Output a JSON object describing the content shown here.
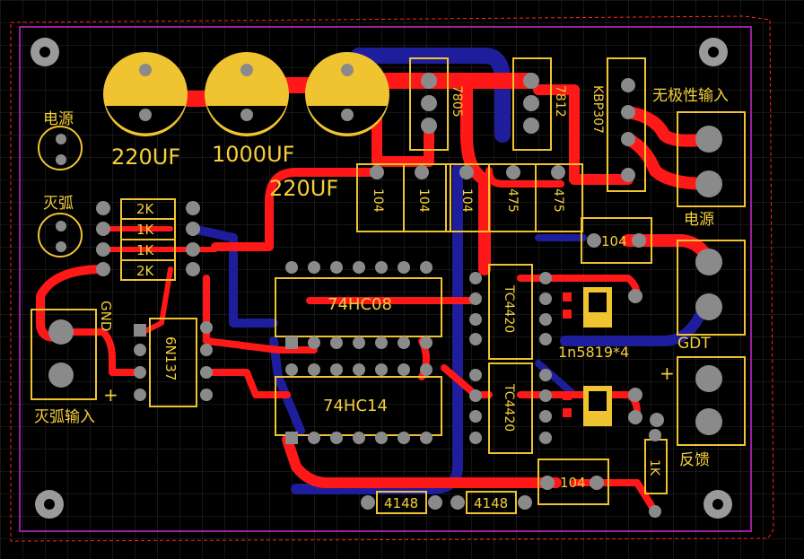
{
  "title": "",
  "colors": {
    "background": "#000000",
    "grid": "#2a2a2a",
    "top_copper": "#ff1a1a",
    "bottom_copper": "#1a1aa8",
    "silkscreen": "#f0c430",
    "pad": "#8a8a8a",
    "board_outline": "#a020a0",
    "keepout": "#ff2020"
  },
  "labels": {
    "cap1": "220UF",
    "cap2": "1000UF",
    "cap3": "220UF",
    "power_left": "电源",
    "arc_left": "灭弧",
    "r1": "2K",
    "r2": "1K",
    "r3": "1K",
    "r4": "2K",
    "gnd": "GND",
    "opto": "6N137",
    "arc_input": "灭弧输入",
    "ic_and": "74HC08",
    "ic_inv": "74HC14",
    "reg1": "7805",
    "reg2": "7812",
    "bridge": "KBP307",
    "nonpolar_input": "无极性输入",
    "power_right": "电源",
    "c104_1": "104",
    "c104_2": "104",
    "c104_3": "104",
    "c475_1": "475",
    "c475_2": "475",
    "c104_4": "104",
    "driver1": "TC4420",
    "driver2": "TC4420",
    "diodes": "1n5819*4",
    "gdt": "GDT",
    "plus": "+",
    "feedback": "反馈",
    "r1k": "1K",
    "c104_5": "104",
    "d1": "4148",
    "d2": "4148"
  }
}
